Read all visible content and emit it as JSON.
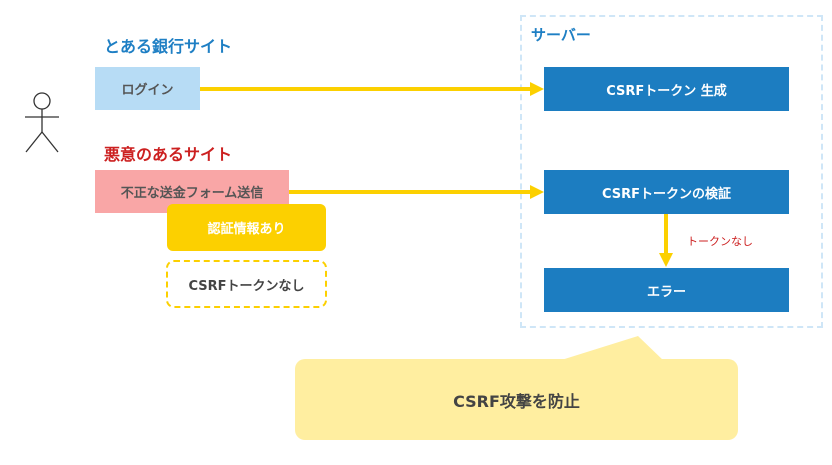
{
  "bank_site": {
    "title": "とある銀行サイト",
    "login_label": "ログイン"
  },
  "malicious_site": {
    "title": "悪意のあるサイト",
    "form_label": "不正な送金フォーム送信",
    "auth_badge": "認証情報あり",
    "no_token_badge": "CSRFトークンなし"
  },
  "server": {
    "title": "サーバー",
    "generate_label": "CSRFトークン 生成",
    "verify_label": "CSRFトークンの検証",
    "error_label": "エラー",
    "no_token_note": "トークンなし"
  },
  "callout": {
    "text": "CSRF攻撃を防止"
  },
  "colors": {
    "blue_title": "#1e7fc4",
    "red_title": "#cc2020",
    "server_box": "#1c7dc1",
    "arrow_yellow": "#fcd000",
    "login_bg": "#b7dcf5",
    "form_bg": "#f9a6a6",
    "callout_bg": "#ffeea0"
  }
}
